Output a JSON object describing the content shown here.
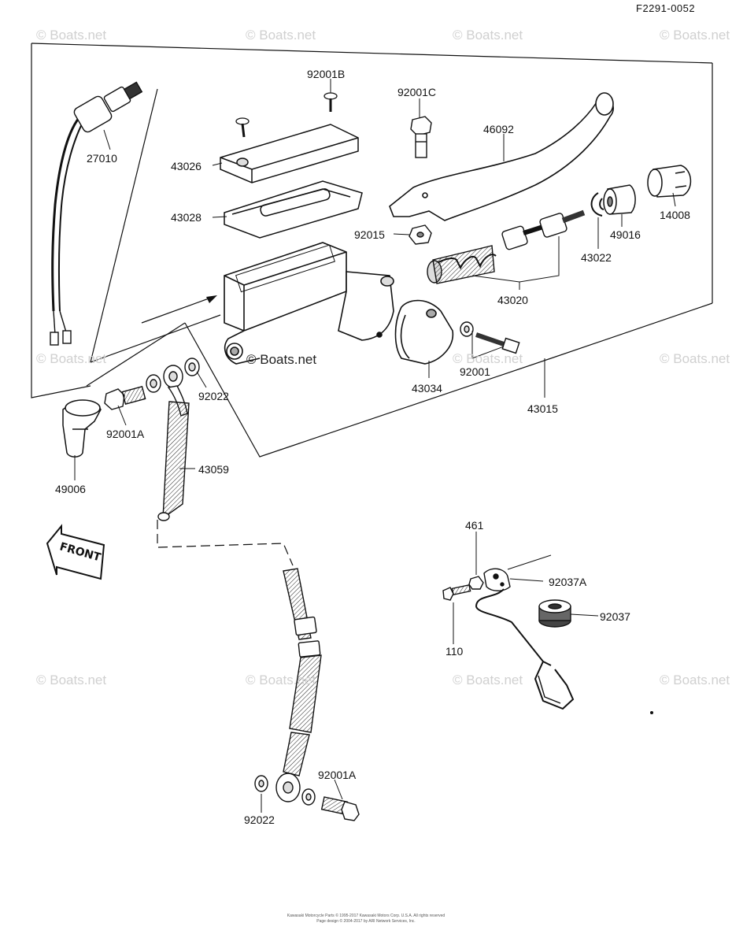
{
  "diagram_code": "F2291-0052",
  "watermark_text": "© Boats.net",
  "front_arrow_label": "FRONT",
  "part_labels": {
    "p27010": "27010",
    "p92001B": "92001B",
    "p92001C": "92001C",
    "p46092": "46092",
    "p43026": "43026",
    "p43028": "43028",
    "p92015": "92015",
    "p14008": "14008",
    "p49016": "49016",
    "p43022": "43022",
    "p43020": "43020",
    "p92001": "92001",
    "p43034": "43034",
    "p43015": "43015",
    "p92022_upper": "92022",
    "p92001A_upper": "92001A",
    "p49006": "49006",
    "p43059": "43059",
    "p461": "461",
    "p92037A": "92037A",
    "p92037": "92037",
    "p110": "110",
    "p92001A_lower": "92001A",
    "p92022_lower": "92022"
  },
  "footer": {
    "line1": "Kawasaki Motorcycle Parts © 1995-2017 Kawasaki Motors Corp. U.S.A. All rights reserved",
    "line2": "Page design © 2004-2017 by ARI Network Services, Inc."
  }
}
